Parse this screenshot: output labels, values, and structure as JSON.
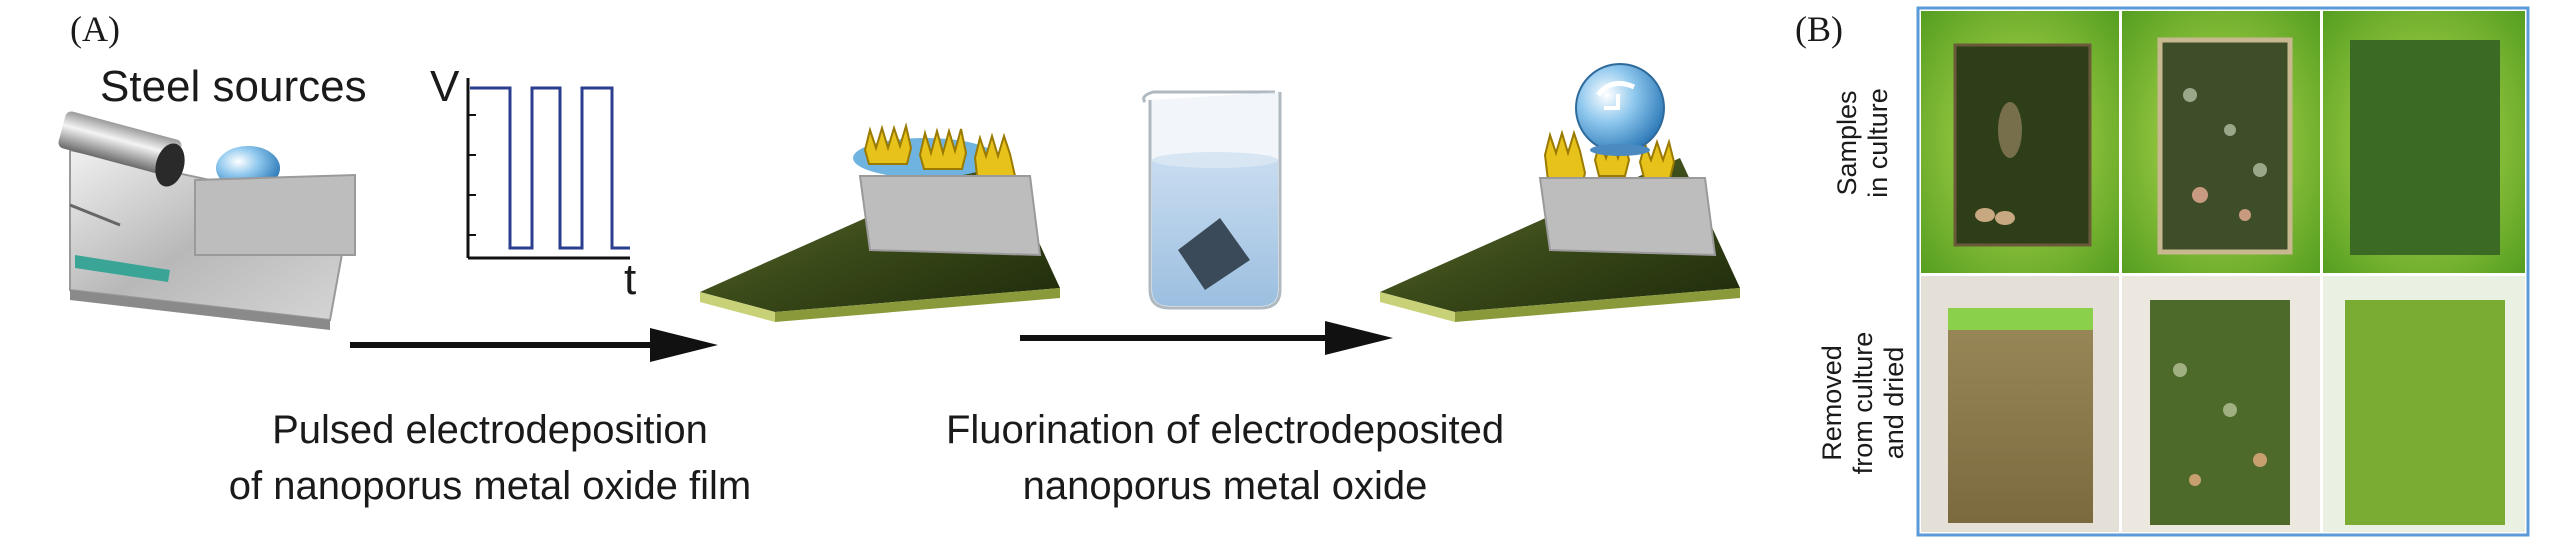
{
  "panel_a": {
    "label": "(A)",
    "steel_sources": "Steel sources",
    "pulse_axis_y": "V",
    "pulse_axis_x": "t",
    "step1_line1": "Pulsed electrodeposition",
    "step1_line2": "of nanoporus metal oxide film",
    "step2_line1": "Fluorination of electrodeposited",
    "step2_line2": "nanoporus metal oxide"
  },
  "panel_b": {
    "label": "(B)",
    "row1_line1": "Samples",
    "row1_line2": "in culture",
    "row2_line1": "Removed",
    "row2_line2": "from culture",
    "row2_line3": "and dried"
  },
  "colors": {
    "film_green": "#4a5a22",
    "algae_green": "#7fbf2a",
    "gold": "#e6c21a",
    "droplet_blue": "#6fb3e0",
    "frame_blue": "#5a9ad8",
    "arrow": "#111111"
  }
}
